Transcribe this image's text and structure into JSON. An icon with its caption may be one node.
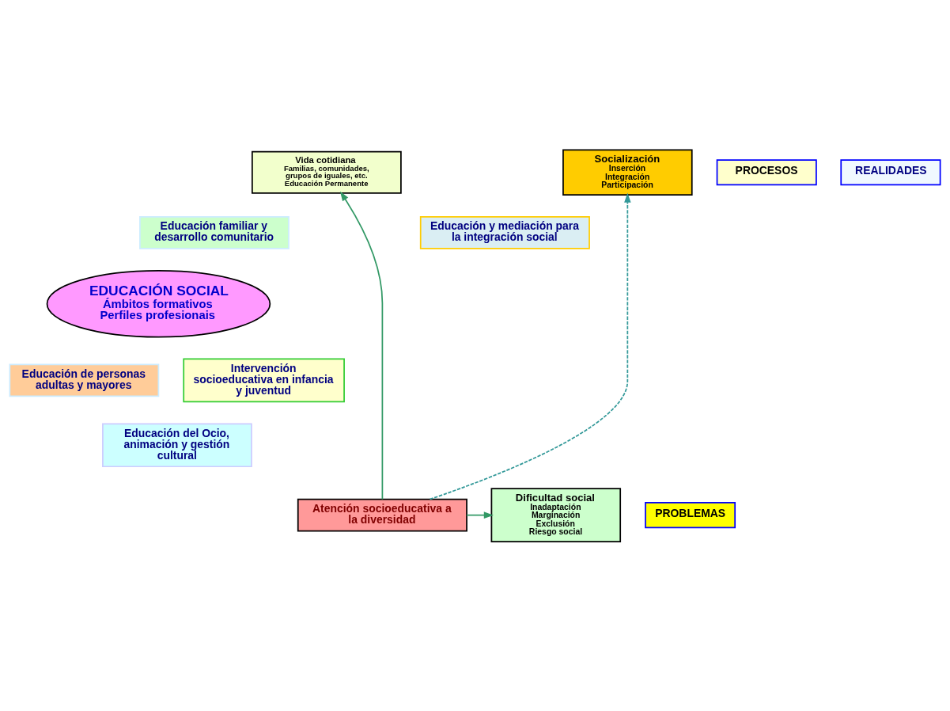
{
  "diagram": {
    "nodes": [
      {
        "text": [
          "Vida cotidiana",
          "Familias, comunidades, grupos de iguales, etc.",
          "Educación Permanente"
        ]
      },
      {
        "text": [
          "REALIDADES"
        ]
      },
      {
        "text": [
          "PROCESOS"
        ]
      },
      {
        "text": [
          "Socialización",
          "Inserción",
          "Integración",
          "Participación"
        ]
      },
      {
        "text": [
          "Educación familiar y desarrollo comunitario"
        ]
      },
      {
        "text": [
          "Educación y mediación para la integración social"
        ]
      },
      {
        "text": [
          "EDUCACIÓN SOCIAL",
          "Ámbitos formativos",
          "Perfiles profesionais"
        ]
      },
      {
        "text": [
          "Educación de personas adultas y mayores"
        ]
      },
      {
        "text": [
          "Intervención socioeducativa en infancia y juventud"
        ]
      },
      {
        "text": [
          "Educación del Ocio, animación y gestión cultural"
        ]
      },
      {
        "text": [
          "Atención socioeducativa a la diversidad"
        ]
      },
      {
        "text": [
          "PROBLEMAS"
        ]
      },
      {
        "text": [
          "Dificultad social",
          "Inadaptación",
          "Marginación",
          "Exclusión",
          "Riesgo social"
        ]
      }
    ],
    "edges": [
      {
        "from": 10,
        "to": 0,
        "arrow": "to"
      },
      {
        "from": 10,
        "to": 3,
        "arrow": "to",
        "style": "dashed",
        "color": "#339999"
      },
      {
        "from": 10,
        "to": 12,
        "arrow": "to"
      }
    ]
  }
}
